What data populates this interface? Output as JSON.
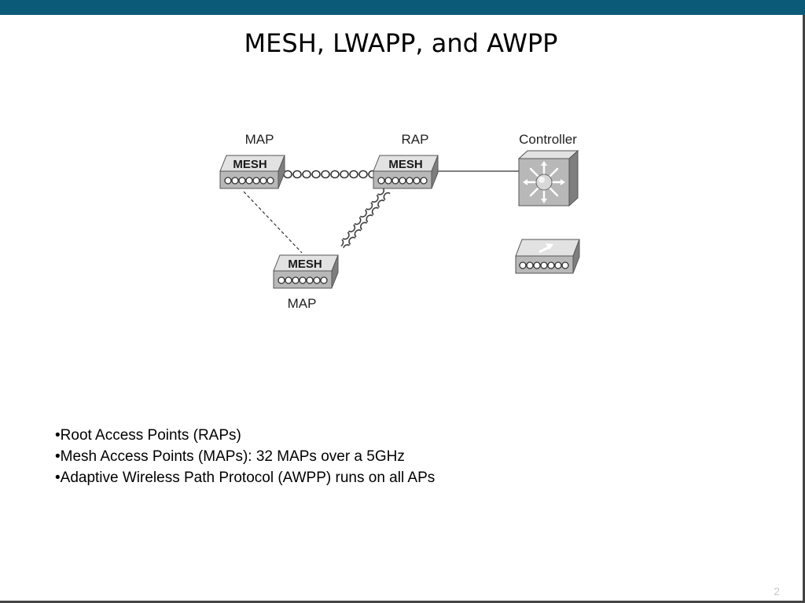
{
  "slide": {
    "title": "MESH, LWAPP, and AWPP",
    "page_number": "2"
  },
  "diagram": {
    "labels": {
      "map_top": "MAP",
      "rap": "RAP",
      "controller": "Controller",
      "map_bottom": "MAP"
    },
    "device_text": {
      "map_top": "MESH",
      "rap": "MESH",
      "map_bottom": "MESH"
    },
    "colors": {
      "device_face": "#b8b8b8",
      "device_top": "#e2e2e2",
      "device_side": "#7e7e7e",
      "line": "#333333"
    }
  },
  "bullets": [
    "•Root Access Points (RAPs)",
    "•Mesh Access Points (MAPs): 32 MAPs over a 5GHz",
    "•Adaptive Wireless Path Protocol (AWPP) runs on all APs"
  ]
}
